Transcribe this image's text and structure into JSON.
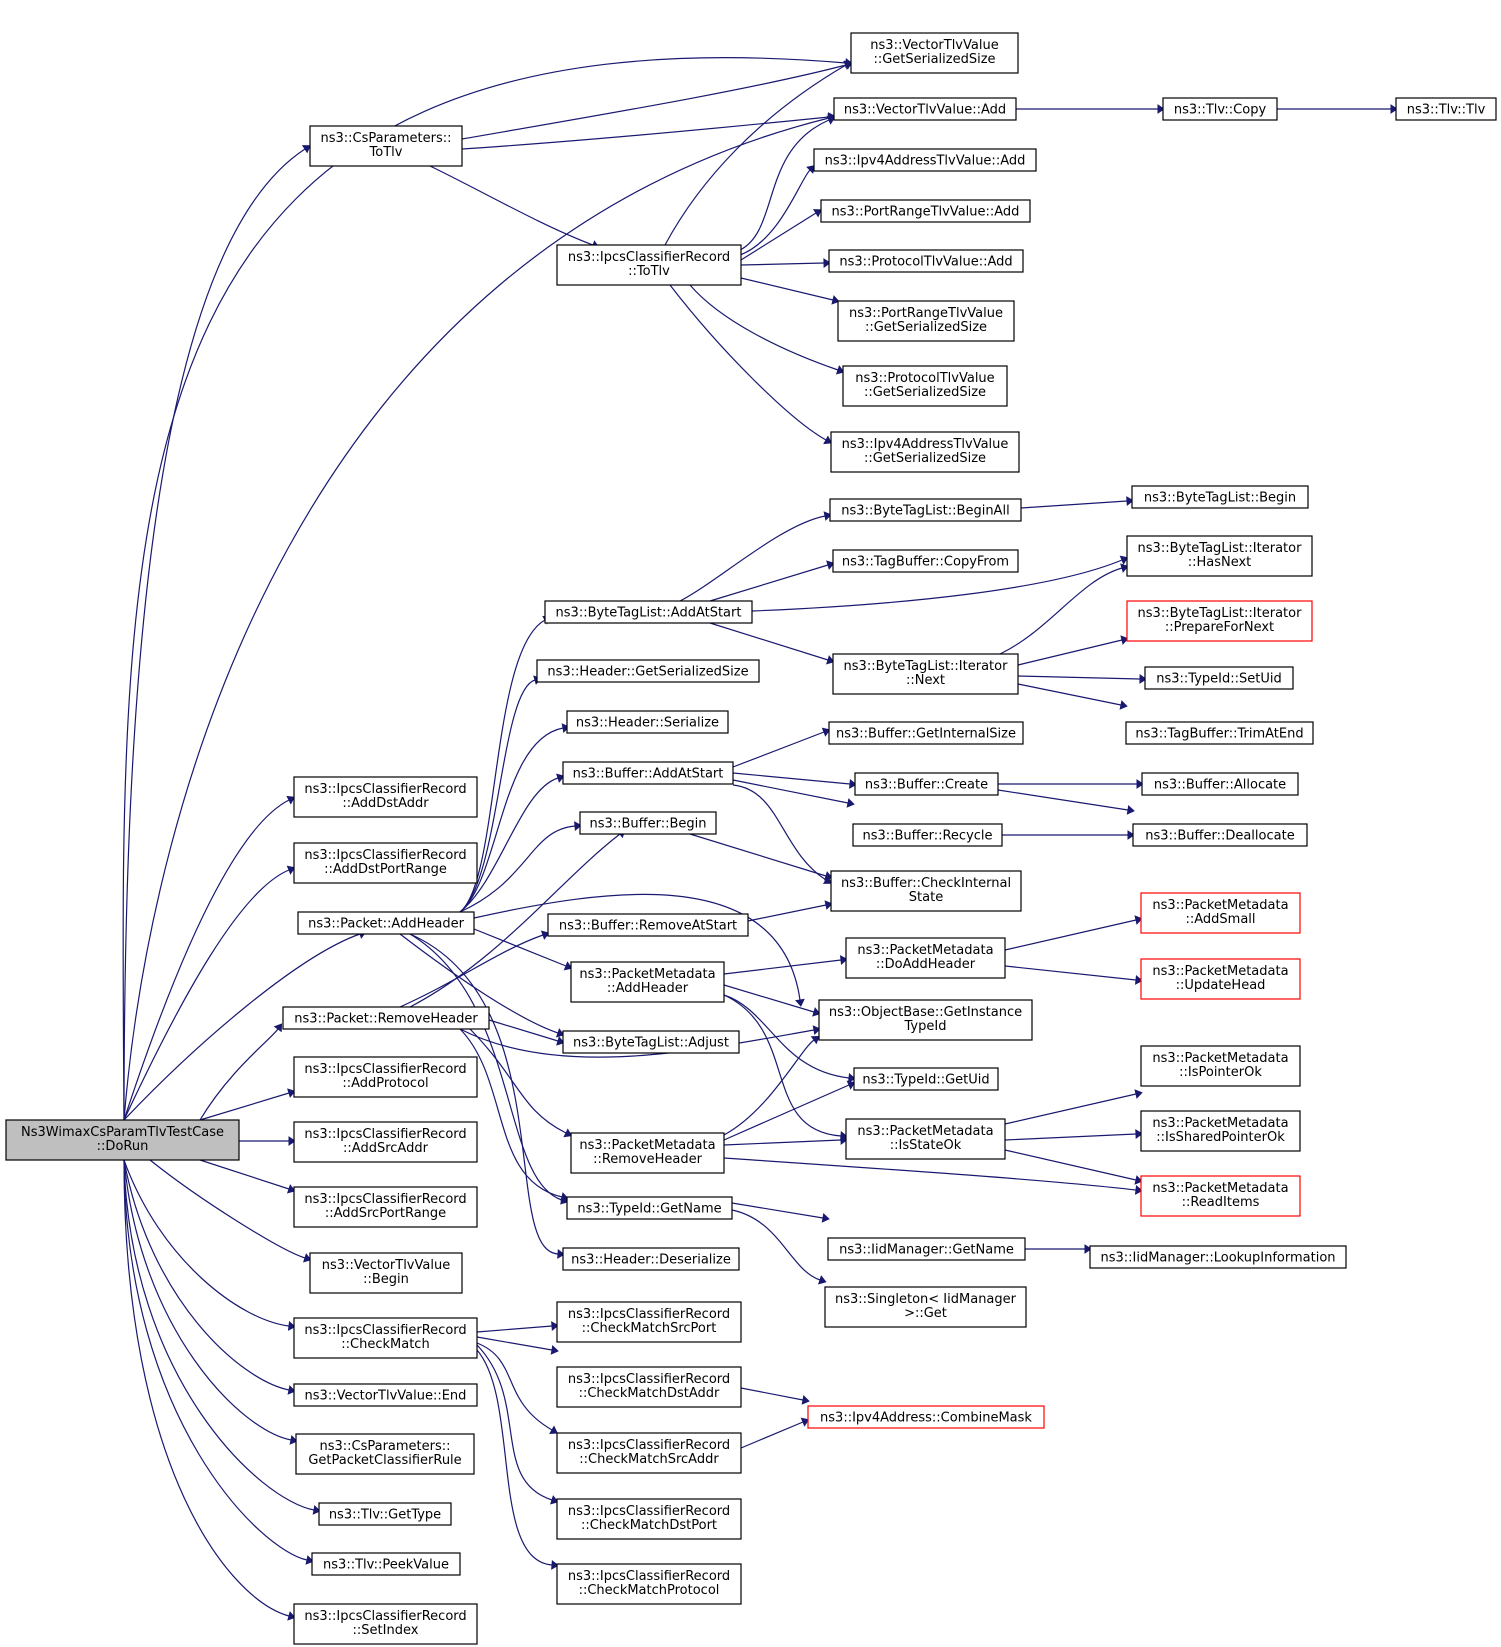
{
  "colors": {
    "edge": "#191970",
    "box_border": "#000000",
    "truncated_border": "#ff0000",
    "root_fill": "#bfbfbf",
    "background": "#ffffff"
  },
  "nodes": {
    "root": {
      "lines": [
        "Ns3WimaxCsParamTlvTestCase",
        "::DoRun"
      ]
    },
    "csToTlv": {
      "lines": [
        "ns3::CsParameters::",
        "ToTlv"
      ]
    },
    "vecSerSize": {
      "lines": [
        "ns3::VectorTlvValue",
        "::GetSerializedSize"
      ]
    },
    "vecAdd": {
      "lines": [
        "ns3::VectorTlvValue::Add"
      ]
    },
    "tlvCopy": {
      "lines": [
        "ns3::Tlv::Copy"
      ]
    },
    "tlvTlv": {
      "lines": [
        "ns3::Tlv::Tlv"
      ]
    },
    "ipv4Add": {
      "lines": [
        "ns3::Ipv4AddressTlvValue::Add"
      ]
    },
    "portAdd": {
      "lines": [
        "ns3::PortRangeTlvValue::Add"
      ]
    },
    "protoAdd": {
      "lines": [
        "ns3::ProtocolTlvValue::Add"
      ]
    },
    "ipcsToTlv": {
      "lines": [
        "ns3::IpcsClassifierRecord",
        "::ToTlv"
      ]
    },
    "portSer": {
      "lines": [
        "ns3::PortRangeTlvValue",
        "::GetSerializedSize"
      ]
    },
    "protoSer": {
      "lines": [
        "ns3::ProtocolTlvValue",
        "::GetSerializedSize"
      ]
    },
    "ipv4Ser": {
      "lines": [
        "ns3::Ipv4AddressTlvValue",
        "::GetSerializedSize"
      ]
    },
    "btlBeginAll": {
      "lines": [
        "ns3::ByteTagList::BeginAll"
      ]
    },
    "btlBegin": {
      "lines": [
        "ns3::ByteTagList::Begin"
      ]
    },
    "tbCopyFrom": {
      "lines": [
        "ns3::TagBuffer::CopyFrom"
      ]
    },
    "itHasNext": {
      "lines": [
        "ns3::ByteTagList::Iterator",
        "::HasNext"
      ]
    },
    "btlAddAtStart": {
      "lines": [
        "ns3::ByteTagList::AddAtStart"
      ]
    },
    "itPrepare": {
      "lines": [
        "ns3::ByteTagList::Iterator",
        "::PrepareForNext"
      ]
    },
    "hdrGetSer": {
      "lines": [
        "ns3::Header::GetSerializedSize"
      ]
    },
    "itNext": {
      "lines": [
        "ns3::ByteTagList::Iterator",
        "::Next"
      ]
    },
    "typeSetUid": {
      "lines": [
        "ns3::TypeId::SetUid"
      ]
    },
    "hdrSerialize": {
      "lines": [
        "ns3::Header::Serialize"
      ]
    },
    "tbTrim": {
      "lines": [
        "ns3::TagBuffer::TrimAtEnd"
      ]
    },
    "bufGetInternal": {
      "lines": [
        "ns3::Buffer::GetInternalSize"
      ]
    },
    "bufAddAtStart": {
      "lines": [
        "ns3::Buffer::AddAtStart"
      ]
    },
    "bufCreate": {
      "lines": [
        "ns3::Buffer::Create"
      ]
    },
    "bufAllocate": {
      "lines": [
        "ns3::Buffer::Allocate"
      ]
    },
    "icrAddDstAddr": {
      "lines": [
        "ns3::IpcsClassifierRecord",
        "::AddDstAddr"
      ]
    },
    "bufBegin": {
      "lines": [
        "ns3::Buffer::Begin"
      ]
    },
    "bufRecycle": {
      "lines": [
        "ns3::Buffer::Recycle"
      ]
    },
    "bufDeallocate": {
      "lines": [
        "ns3::Buffer::Deallocate"
      ]
    },
    "icrAddDstPort": {
      "lines": [
        "ns3::IpcsClassifierRecord",
        "::AddDstPortRange"
      ]
    },
    "bufCheckInternal": {
      "lines": [
        "ns3::Buffer::CheckInternal",
        "State"
      ]
    },
    "pmAddSmall": {
      "lines": [
        "ns3::PacketMetadata",
        "::AddSmall"
      ]
    },
    "pktAddHeader": {
      "lines": [
        "ns3::Packet::AddHeader"
      ]
    },
    "bufRemoveAtStart": {
      "lines": [
        "ns3::Buffer::RemoveAtStart"
      ]
    },
    "pmDoAddHeader": {
      "lines": [
        "ns3::PacketMetadata",
        "::DoAddHeader"
      ]
    },
    "pmAddHeader": {
      "lines": [
        "ns3::PacketMetadata",
        "::AddHeader"
      ]
    },
    "pmUpdateHead": {
      "lines": [
        "ns3::PacketMetadata",
        "::UpdateHead"
      ]
    },
    "obGetInstance": {
      "lines": [
        "ns3::ObjectBase::GetInstance",
        "TypeId"
      ]
    },
    "pktRemoveHeader": {
      "lines": [
        "ns3::Packet::RemoveHeader"
      ]
    },
    "btlAdjust": {
      "lines": [
        "ns3::ByteTagList::Adjust"
      ]
    },
    "pmIsPointerOk": {
      "lines": [
        "ns3::PacketMetadata",
        "::IsPointerOk"
      ]
    },
    "icrAddProtocol": {
      "lines": [
        "ns3::IpcsClassifierRecord",
        "::AddProtocol"
      ]
    },
    "typeGetUid": {
      "lines": [
        "ns3::TypeId::GetUid"
      ]
    },
    "pmIsShared": {
      "lines": [
        "ns3::PacketMetadata",
        "::IsSharedPointerOk"
      ]
    },
    "icrAddSrcAddr": {
      "lines": [
        "ns3::IpcsClassifierRecord",
        "::AddSrcAddr"
      ]
    },
    "pmRemoveHeader": {
      "lines": [
        "ns3::PacketMetadata",
        "::RemoveHeader"
      ]
    },
    "pmIsStateOk": {
      "lines": [
        "ns3::PacketMetadata",
        "::IsStateOk"
      ]
    },
    "pmReadItems": {
      "lines": [
        "ns3::PacketMetadata",
        "::ReadItems"
      ]
    },
    "icrAddSrcPort": {
      "lines": [
        "ns3::IpcsClassifierRecord",
        "::AddSrcPortRange"
      ]
    },
    "typeGetName": {
      "lines": [
        "ns3::TypeId::GetName"
      ]
    },
    "iidGetName": {
      "lines": [
        "ns3::IidManager::GetName"
      ]
    },
    "iidLookup": {
      "lines": [
        "ns3::IidManager::LookupInformation"
      ]
    },
    "vecBegin": {
      "lines": [
        "ns3::VectorTlvValue",
        "::Begin"
      ]
    },
    "hdrDeserialize": {
      "lines": [
        "ns3::Header::Deserialize"
      ]
    },
    "singletonGet": {
      "lines": [
        "ns3::Singleton< IidManager",
        ">::Get"
      ]
    },
    "icrCheckMatch": {
      "lines": [
        "ns3::IpcsClassifierRecord",
        "::CheckMatch"
      ]
    },
    "icrCmSrcPort": {
      "lines": [
        "ns3::IpcsClassifierRecord",
        "::CheckMatchSrcPort"
      ]
    },
    "icrCmDstAddr": {
      "lines": [
        "ns3::IpcsClassifierRecord",
        "::CheckMatchDstAddr"
      ]
    },
    "vecEnd": {
      "lines": [
        "ns3::VectorTlvValue::End"
      ]
    },
    "ipv4CombineMask": {
      "lines": [
        "ns3::Ipv4Address::CombineMask"
      ]
    },
    "csGetRule": {
      "lines": [
        "ns3::CsParameters::",
        "GetPacketClassifierRule"
      ]
    },
    "icrCmSrcAddr": {
      "lines": [
        "ns3::IpcsClassifierRecord",
        "::CheckMatchSrcAddr"
      ]
    },
    "tlvGetType": {
      "lines": [
        "ns3::Tlv::GetType"
      ]
    },
    "icrCmDstPort": {
      "lines": [
        "ns3::IpcsClassifierRecord",
        "::CheckMatchDstPort"
      ]
    },
    "tlvPeekValue": {
      "lines": [
        "ns3::Tlv::PeekValue"
      ]
    },
    "icrCmProto": {
      "lines": [
        "ns3::IpcsClassifierRecord",
        "::CheckMatchProtocol"
      ]
    },
    "icrSetIndex": {
      "lines": [
        "ns3::IpcsClassifierRecord",
        "::SetIndex"
      ]
    }
  }
}
